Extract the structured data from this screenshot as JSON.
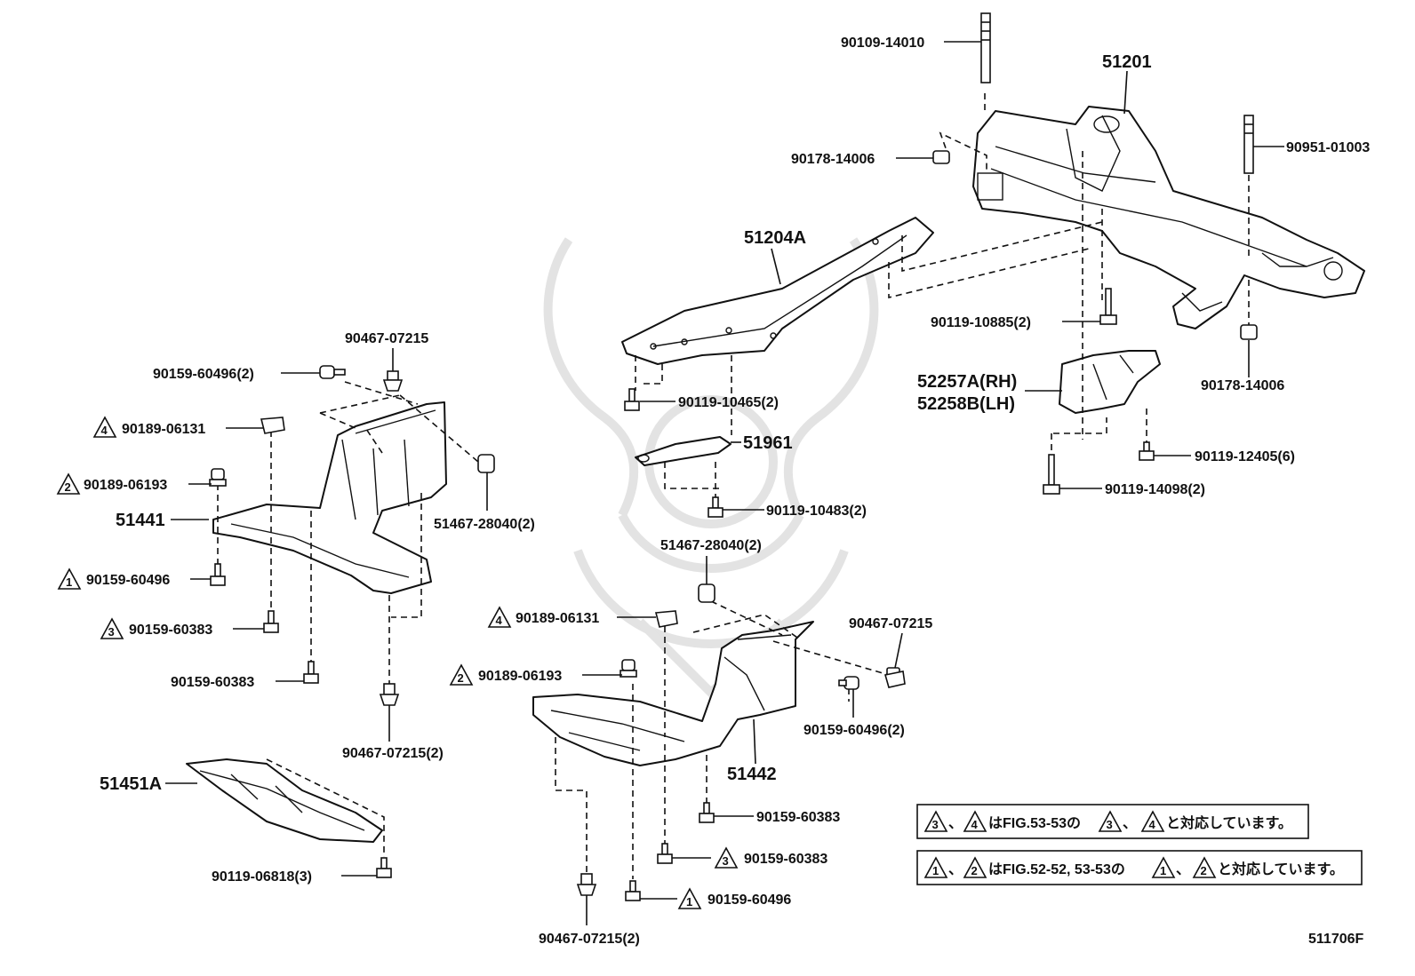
{
  "labels": {
    "p90109_14010": "90109-14010",
    "p51201": "51201",
    "p90951_01003": "90951-01003",
    "p90178_14006_a": "90178-14006",
    "p51204A": "51204A",
    "p90119_10885": "90119-10885(2)",
    "p52257A": "52257A(RH)",
    "p52258B": "52258B(LH)",
    "p90178_14006_b": "90178-14006",
    "p90119_10465": "90119-10465(2)",
    "p51961": "51961",
    "p90119_12405": "90119-12405(6)",
    "p90119_14098": "90119-14098(2)",
    "p90119_10483": "90119-10483(2)",
    "p90467_07215_a": "90467-07215",
    "p90159_60496_a": "90159-60496(2)",
    "p90189_06131_a": "90189-06131",
    "p90189_06193_a": "90189-06193",
    "p51441": "51441",
    "p51467_28040_a": "51467-28040(2)",
    "p90159_60496_b": "90159-60496",
    "p90159_60383_a": "90159-60383",
    "p90159_60383_b": "90159-60383",
    "p90467_07215_b": "90467-07215(2)",
    "p51451A": "51451A",
    "p90119_06818": "90119-06818(3)",
    "p51467_28040_b": "51467-28040(2)",
    "p90189_06131_b": "90189-06131",
    "p90467_07215_c": "90467-07215",
    "p90189_06193_b": "90189-06193",
    "p90159_60496_c": "90159-60496(2)",
    "p51442": "51442",
    "p90159_60383_c": "90159-60383",
    "p90159_60383_d": "90159-60383",
    "p90159_60496_d": "90159-60496",
    "p90467_07215_d": "90467-07215(2)"
  },
  "markers": {
    "m4_a": "4",
    "m2_a": "2",
    "m1_a": "1",
    "m3_a": "3",
    "m4_b": "4",
    "m2_b": "2",
    "m3_b": "3",
    "m1_b": "1",
    "n1_a": "3",
    "n1_b": "4",
    "n1_c": "3",
    "n1_d": "4",
    "n2_a": "1",
    "n2_b": "2",
    "n2_c": "1",
    "n2_d": "2"
  },
  "notes": {
    "note1_sep1": "、",
    "note1_mid": "はFIG.53-53の",
    "note1_sep2": "、",
    "note1_end": "と対応しています。",
    "note2_sep1": "、",
    "note2_mid": "はFIG.52-52, 53-53の",
    "note2_sep2": "、",
    "note2_end": "と対応しています。"
  },
  "footer": {
    "code": "511706F"
  }
}
